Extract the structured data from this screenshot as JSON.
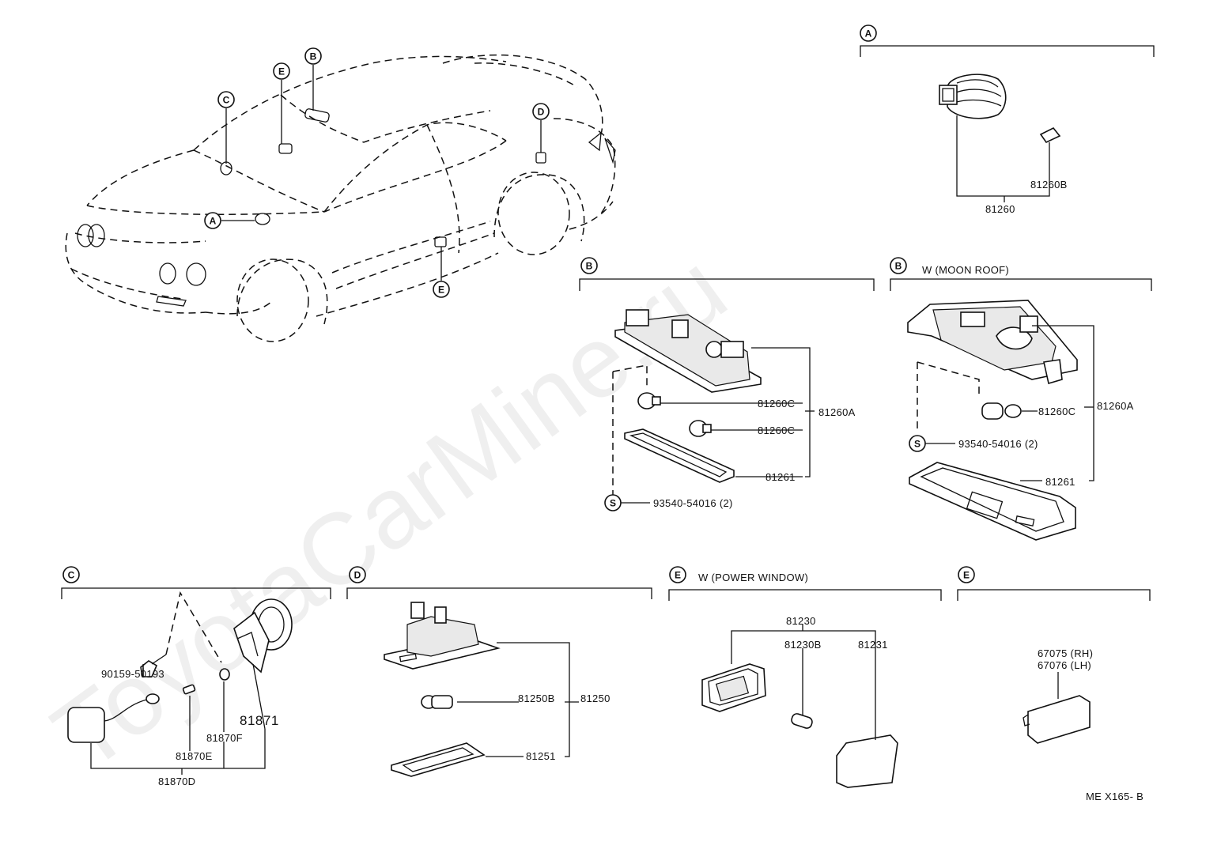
{
  "diagram": {
    "watermark": "ToyotaCarMine.ru",
    "code": "ME X165- B",
    "car_callouts": [
      "A",
      "B",
      "C",
      "D",
      "E",
      "E"
    ],
    "sections": {
      "A": {
        "letter": "A",
        "title": "",
        "parts": [
          "81260B",
          "81260"
        ]
      },
      "B1": {
        "letter": "B",
        "title": "",
        "parts": [
          "81260C",
          "81260C",
          "81260A",
          "81261",
          "93540-54016 (2)"
        ],
        "screw_marker": "S"
      },
      "B2": {
        "letter": "B",
        "title": "W (MOON ROOF)",
        "parts": [
          "81260C",
          "81260A",
          "93540-54016 (2)",
          "81261"
        ],
        "screw_marker": "S"
      },
      "C": {
        "letter": "C",
        "title": "",
        "parts": [
          "90159-50193",
          "81871",
          "81870F",
          "81870E",
          "81870D"
        ]
      },
      "D": {
        "letter": "D",
        "title": "",
        "parts": [
          "81250B",
          "81250",
          "81251"
        ]
      },
      "E1": {
        "letter": "E",
        "title": "W (POWER WINDOW)",
        "parts": [
          "81230",
          "81230B",
          "81231"
        ]
      },
      "E2": {
        "letter": "E",
        "title": "",
        "parts": [
          "67075 (RH)",
          "67076 (LH)"
        ]
      }
    }
  }
}
